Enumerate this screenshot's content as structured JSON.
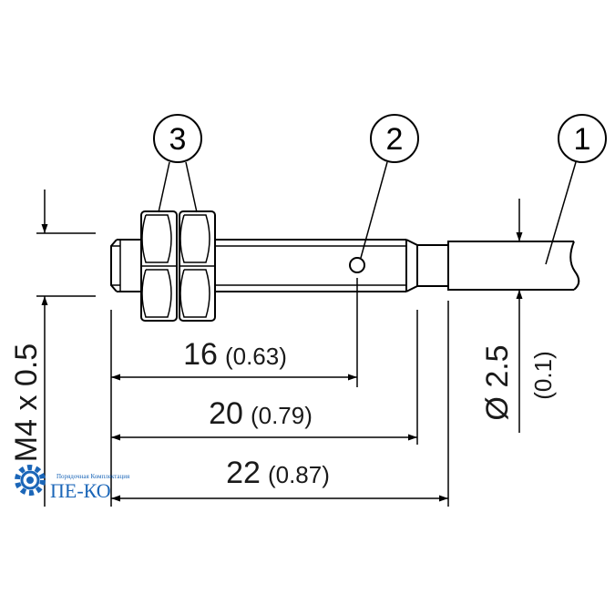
{
  "callouts": {
    "cable": "1",
    "led": "2",
    "nuts": "3"
  },
  "dimensions": {
    "thread": "M4 x 0.5",
    "diameter_main": "Ø 2.5",
    "diameter_sub": "(0.1)",
    "len16_main": "16",
    "len16_sub": "(0.63)",
    "len20_main": "20",
    "len20_sub": "(0.79)",
    "len22_main": "22",
    "len22_sub": "(0.87)"
  },
  "watermark": {
    "brand": "ПЕ-КО",
    "tagline": "Порядочная Комплектация",
    "color": "#1b66b8"
  }
}
